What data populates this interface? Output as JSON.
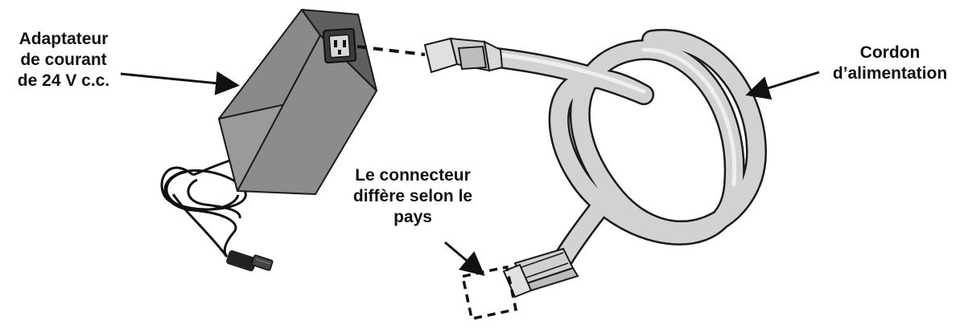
{
  "labels": {
    "adapter": [
      "Adaptateur",
      "de courant",
      "de 24 V c.c."
    ],
    "cord": [
      "Cordon",
      "d’alimentation"
    ],
    "connector": [
      "Le connecteur",
      "diffère selon le",
      "pays"
    ]
  },
  "colors": {
    "adapter_dark": "#5f5f5f",
    "adapter_mid": "#8a8a8a",
    "adapter_light": "#b9b9b9",
    "cord_fill": "#d2d2d2",
    "outline": "#1a1a1a",
    "cable_black": "#111111"
  }
}
